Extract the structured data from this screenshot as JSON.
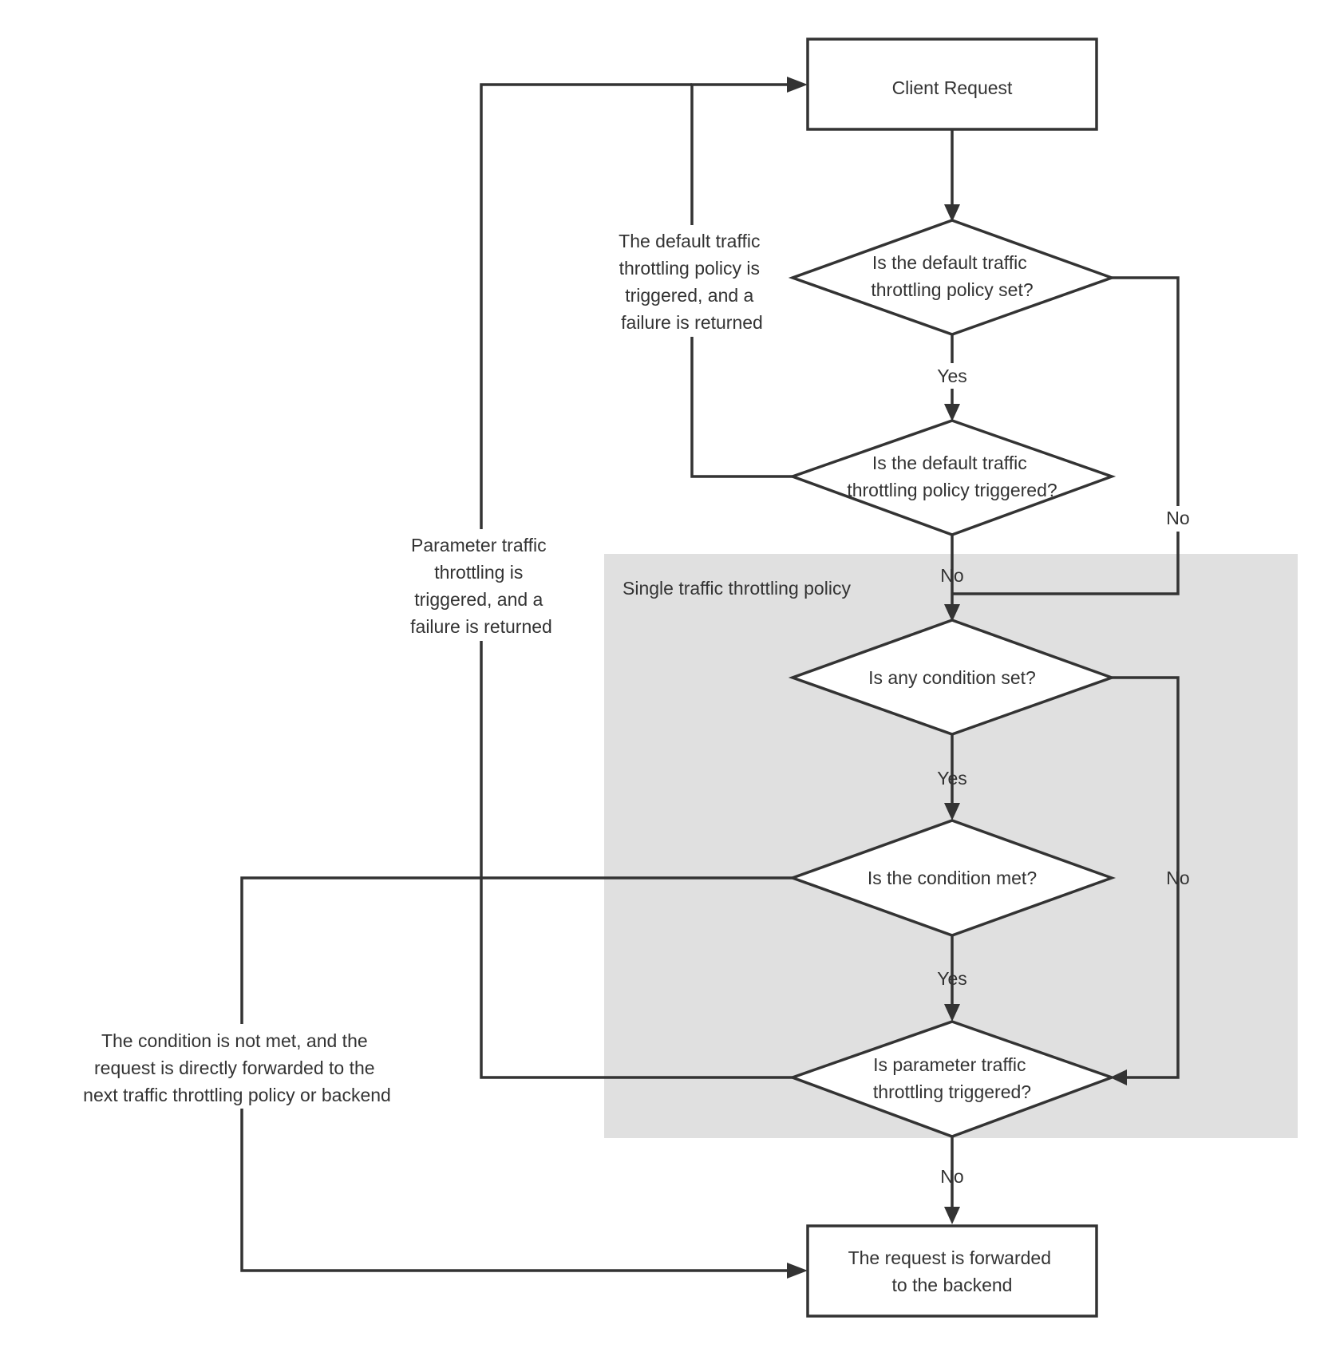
{
  "colors": {
    "stroke": "#333333",
    "group_fill": "#e0e0e0",
    "text": "#333333",
    "background": "#ffffff"
  },
  "nodes": {
    "client_request": "Client Request",
    "default_set": [
      "Is the default traffic",
      "throttling policy set?"
    ],
    "default_triggered": [
      "Is the default traffic",
      "throttling policy triggered?"
    ],
    "any_condition": [
      "Is any condition set?"
    ],
    "condition_met": [
      "Is the condition met?"
    ],
    "param_triggered": [
      "Is parameter traffic",
      "throttling triggered?"
    ],
    "forwarded": [
      "The request is forwarded",
      "to the backend"
    ]
  },
  "group": {
    "label": "Single traffic throttling policy"
  },
  "edge_labels": {
    "yes_default_set": "Yes",
    "no_default_set": "No",
    "no_default_triggered": "No",
    "yes_any_condition": "Yes",
    "no_any_condition": "No",
    "yes_condition_met": "Yes",
    "no_param_triggered": "No"
  },
  "annotations": {
    "default_failure": [
      "The default traffic",
      "throttling policy is",
      "triggered, and a",
      "failure is returned"
    ],
    "param_failure": [
      "Parameter traffic",
      "throttling is",
      "triggered, and a",
      "failure is returned"
    ],
    "condition_not_met": [
      "The condition is not met, and the",
      "request is directly forwarded to the",
      "next traffic throttling policy or backend"
    ]
  }
}
